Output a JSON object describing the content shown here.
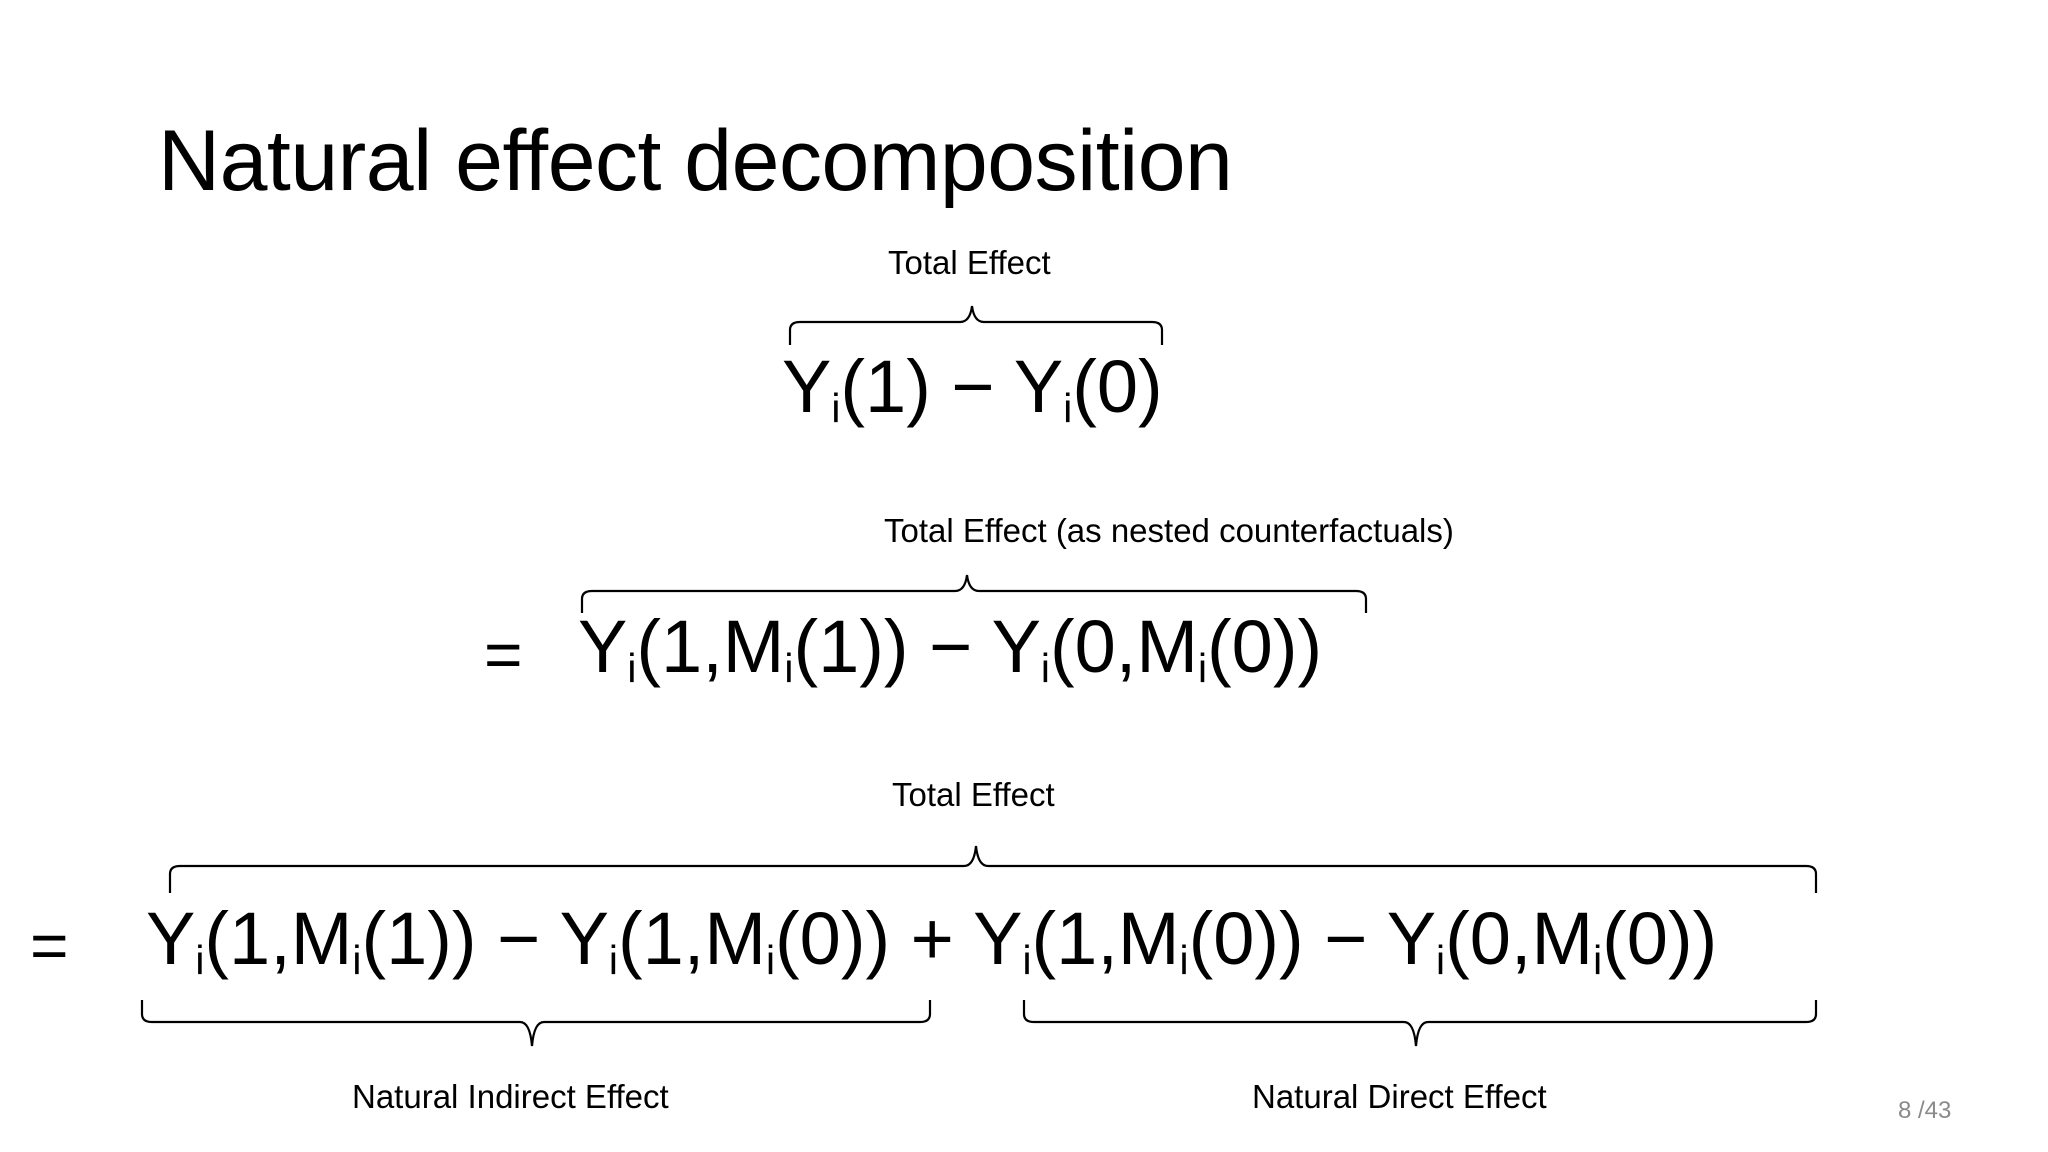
{
  "slide": {
    "title": "Natural effect decomposition",
    "page_number": "8 /43"
  },
  "line1": {
    "label_top": "Total Effect",
    "expr": {
      "Y": "Y",
      "i": "i",
      "a": "(1) − ",
      "b": "(0)"
    }
  },
  "line2": {
    "equals": "=",
    "label_top": "Total Effect (as nested counterfactuals)",
    "expr": {
      "Y": "Y",
      "i": "i",
      "M": "M",
      "p1": "(1,",
      "p2": "(1)) − ",
      "p3": "(0,",
      "p4": "(0))"
    }
  },
  "line3": {
    "equals": "=",
    "label_top": "Total Effect",
    "label_left": "Natural Indirect Effect",
    "label_right": "Natural Direct Effect",
    "expr": {
      "Y": "Y",
      "i": "i",
      "M": "M",
      "p1": "(1,",
      "p2": "(1)) − ",
      "p3": "(1,",
      "p4": "(0)) + ",
      "p5": "(1,",
      "p6": "(0)) − ",
      "p7": "(0,",
      "p8": "(0))"
    }
  }
}
